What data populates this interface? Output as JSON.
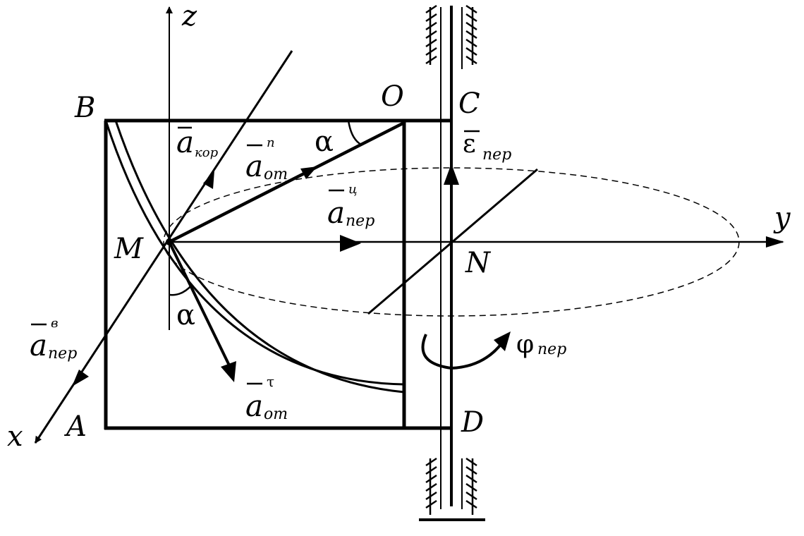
{
  "axes": {
    "z": "z",
    "y": "y",
    "x": "x"
  },
  "points": {
    "B": "B",
    "O": "O",
    "C": "C",
    "M": "M",
    "N": "N",
    "A": "A",
    "D": "D"
  },
  "angles": {
    "top": "α",
    "bottom": "α"
  },
  "vectors": {
    "a_kor": {
      "symbol": "a",
      "sub": "кор",
      "sup": ""
    },
    "a_ot_n": {
      "symbol": "a",
      "sub": "от",
      "sup": "n"
    },
    "a_per_c": {
      "symbol": "a",
      "sub": "пер",
      "sup": "ц"
    },
    "a_per_v": {
      "symbol": "a",
      "sub": "пер",
      "sup": "в"
    },
    "a_ot_t": {
      "symbol": "a",
      "sub": "от",
      "sup": "τ"
    },
    "eps_per": {
      "symbol": "ε",
      "sub": "пер"
    },
    "phi_per": {
      "symbol": "φ",
      "sub": "пер"
    }
  },
  "colors": {
    "ink": "#000000",
    "background": "#ffffff"
  }
}
